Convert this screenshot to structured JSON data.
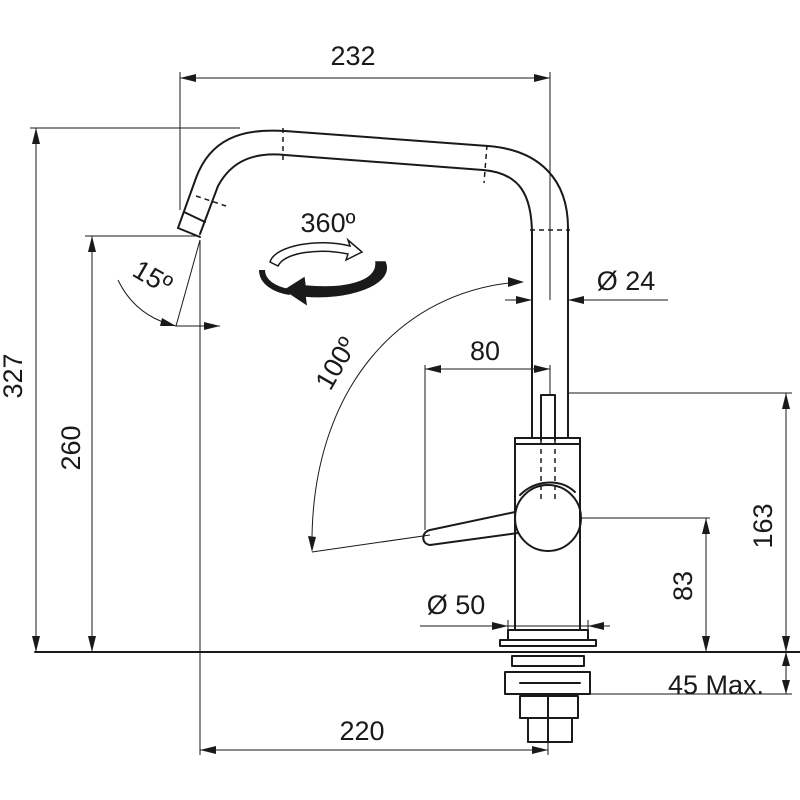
{
  "dimensions": {
    "top_width": "232",
    "total_height": "327",
    "spout_height": "260",
    "swivel": "360º",
    "spout_tilt": "15º",
    "lever_arc": "100º",
    "pipe_diameter": "Ø 24",
    "lever_reach": "80",
    "body_height": "163",
    "lever_height": "83",
    "base_diameter": "Ø 50",
    "deck_thickness": "45 Max.",
    "bottom_width": "220"
  },
  "colors": {
    "line": "#1a1a1a",
    "background": "#ffffff"
  }
}
